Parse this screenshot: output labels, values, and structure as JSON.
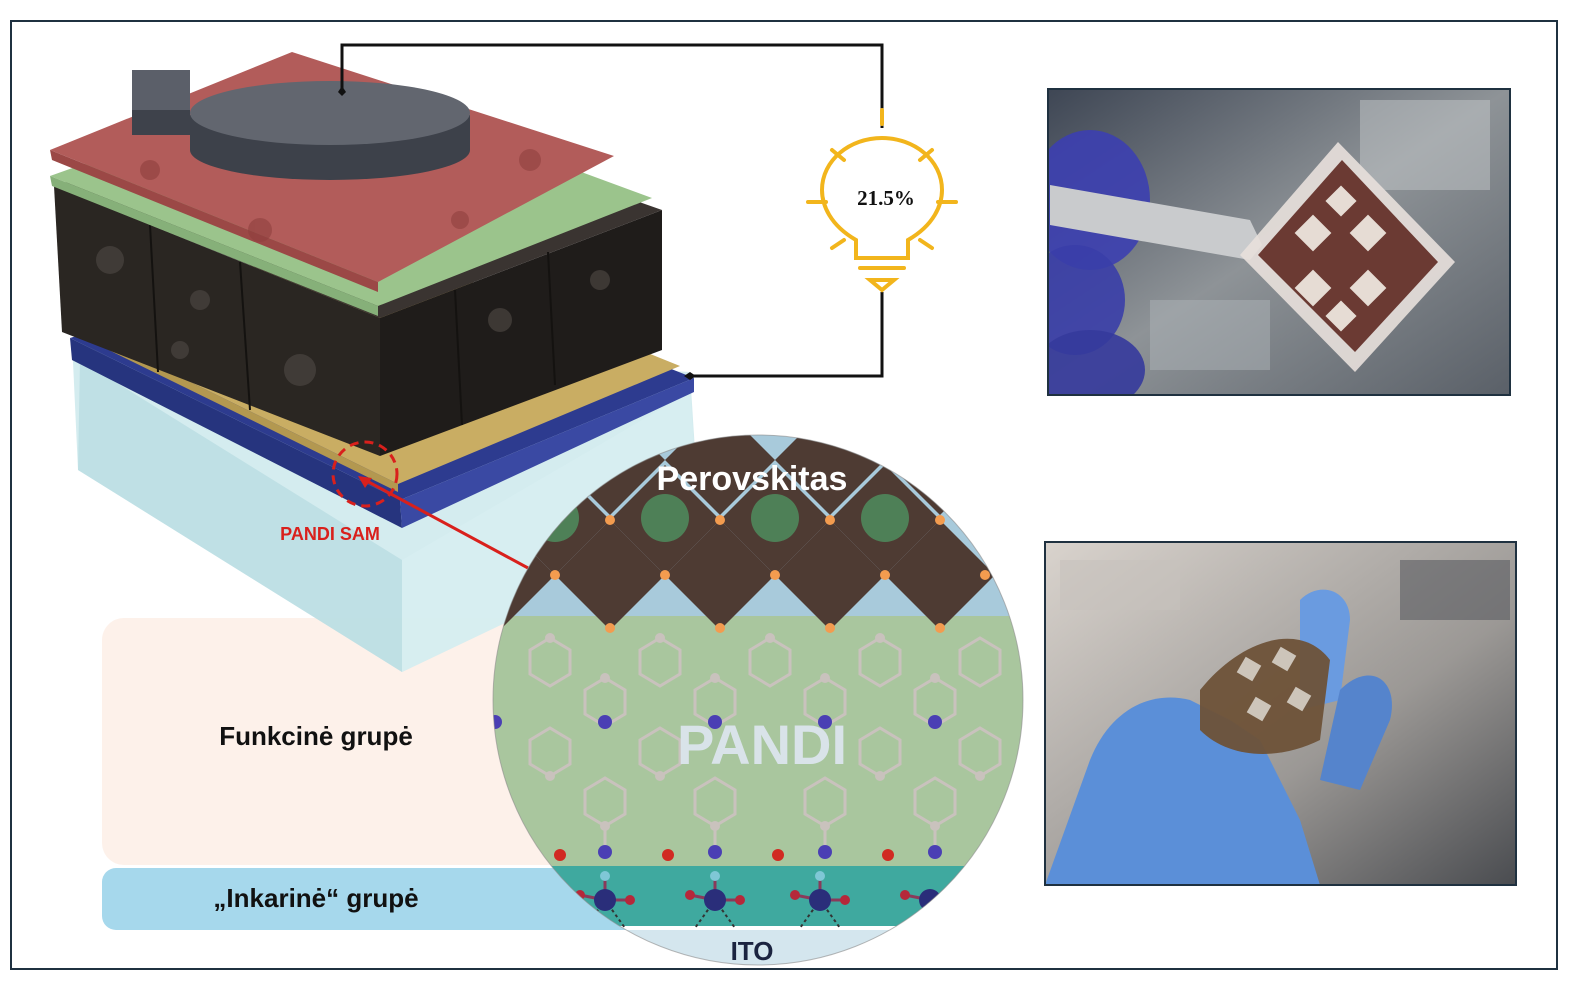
{
  "labels": {
    "efficiency": "21.5%",
    "pandi_sam": "PANDI SAM",
    "perovskite": "Perovskitas",
    "pandi": "PANDI",
    "ito": "ITO",
    "functional_group": "Funkcinė grupė",
    "anchor_group": "„Inkarinė“ grupė"
  },
  "colors": {
    "frame": "#1f3140",
    "bulb": "#f2b51c",
    "label_red": "#d9201c",
    "pandi_green": "#a9c69e",
    "perovskite_blue": "#a8cadb",
    "octahedron": "#4e3b33",
    "anchor_band": "#a6d8ec",
    "functional_band": "#fdf1ea",
    "glove_blue": "#5b8fd8"
  }
}
